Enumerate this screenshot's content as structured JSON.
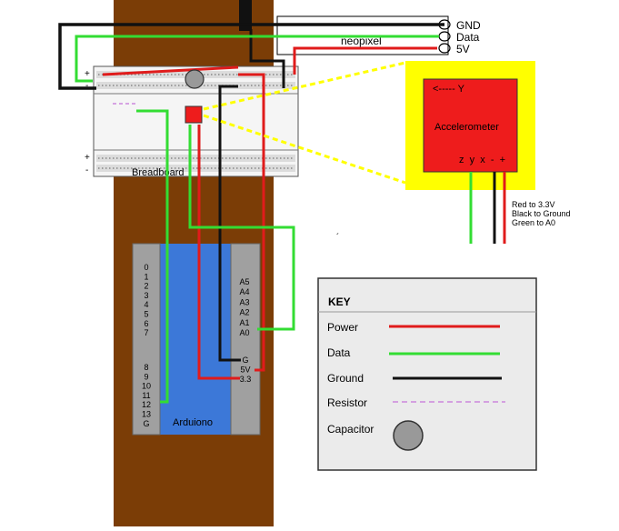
{
  "neopixel": {
    "label": "neopixel",
    "pins": [
      "GND",
      "Data",
      "5V"
    ]
  },
  "breadboard": {
    "label": "Breadboard",
    "plus": "+",
    "minus": "-"
  },
  "accelerometer": {
    "title": "Accelerometer",
    "axis_arrow": "<----- Y",
    "pins": "z  y  x  -  +",
    "notes": [
      "Red to 3.3V",
      "Black to Ground",
      "Green to A0"
    ]
  },
  "arduino": {
    "label": "Arduiono",
    "left_pins_top": [
      "0",
      "1",
      "2",
      "3",
      "4",
      "5",
      "6",
      "7"
    ],
    "left_pins_bottom": [
      "8",
      "9",
      "10",
      "11",
      "12",
      "13",
      "G"
    ],
    "right_pins_top": [
      "A5",
      "A4",
      "A3",
      "A2",
      "A1",
      "A0"
    ],
    "right_pins_bottom": [
      "G",
      "5V",
      "3.3"
    ]
  },
  "stray_mark": "´",
  "key": {
    "title": "KEY",
    "items": [
      {
        "label": "Power",
        "style": "power"
      },
      {
        "label": "Data",
        "style": "data"
      },
      {
        "label": "Ground",
        "style": "ground"
      },
      {
        "label": "Resistor",
        "style": "resistor"
      },
      {
        "label": "Capacitor",
        "style": "capacitor"
      }
    ]
  },
  "colors": {
    "wood": "#7b3d06",
    "power": "#e01b1b",
    "data": "#33dd33",
    "ground": "#111111",
    "resistor": "#cc88dd",
    "capacitor": "#999999",
    "arduino_board": "#3c78d8",
    "header": "#a0a0a0",
    "accel_bg": "#ffff00",
    "accel_chip": "#ee1c1c",
    "key_bg": "#ebebeb",
    "breadboard": "#f5f5f5"
  }
}
